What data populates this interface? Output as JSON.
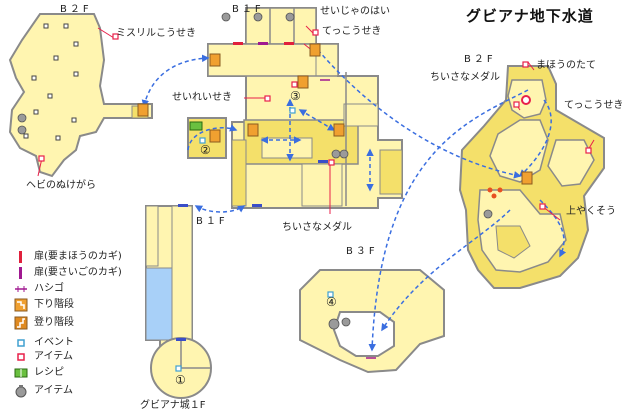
{
  "title": "グビアナ地下水道",
  "floor_labels": {
    "b2f_left": "B２F",
    "b1f_top": "B１F",
    "b2f_right": "B２F",
    "b1f_lower": "B１F",
    "b3f": "B３F",
    "castle_1f": "グビアナ城１F"
  },
  "item_labels": {
    "mithril_ore": "ミスリルこうせき",
    "holy_ash": "せいじゃのはい",
    "iron_ore_top": "てっこうせき",
    "spirit_ore": "せいれいせき",
    "snake_skin": "ヘビのぬけがら",
    "mini_medal_bottom": "ちいさなメダル",
    "mini_medal_right": "ちいさなメダル",
    "magic_key_right": "まほうのたて",
    "iron_ore_right": "てっこうせき",
    "upper_yakusou": "上やくそう"
  },
  "event_numbers": {
    "e1": "①",
    "e2": "②",
    "e3": "③",
    "e4": "④"
  },
  "legend": [
    {
      "icon": "red-door-icon",
      "label": "扉(要まほうのカギ)"
    },
    {
      "icon": "purple-door-icon",
      "label": "扉(要さいごのカギ)"
    },
    {
      "icon": "ladder-icon",
      "label": "ハシゴ"
    },
    {
      "icon": "stairs-down-icon",
      "label": "下り階段"
    },
    {
      "icon": "stairs-up-icon",
      "label": "登り階段"
    },
    {
      "icon": "event-icon",
      "label": "イベント"
    },
    {
      "icon": "item-icon",
      "label": "アイテム"
    },
    {
      "icon": "recipe-icon",
      "label": "レシピ"
    },
    {
      "icon": "pot-icon",
      "label": "アイテム"
    }
  ],
  "colors": {
    "floor": "#fff5b0",
    "floor_dark": "#f4e06a",
    "wall": "#8a8a8a",
    "water": "#a8d0f8",
    "door_red": "#e0203c",
    "door_purple": "#a01890",
    "item": "#e8204a",
    "event": "#40a0d0",
    "path_arrow": "#3a6ee0",
    "leader": "#e8204a"
  }
}
